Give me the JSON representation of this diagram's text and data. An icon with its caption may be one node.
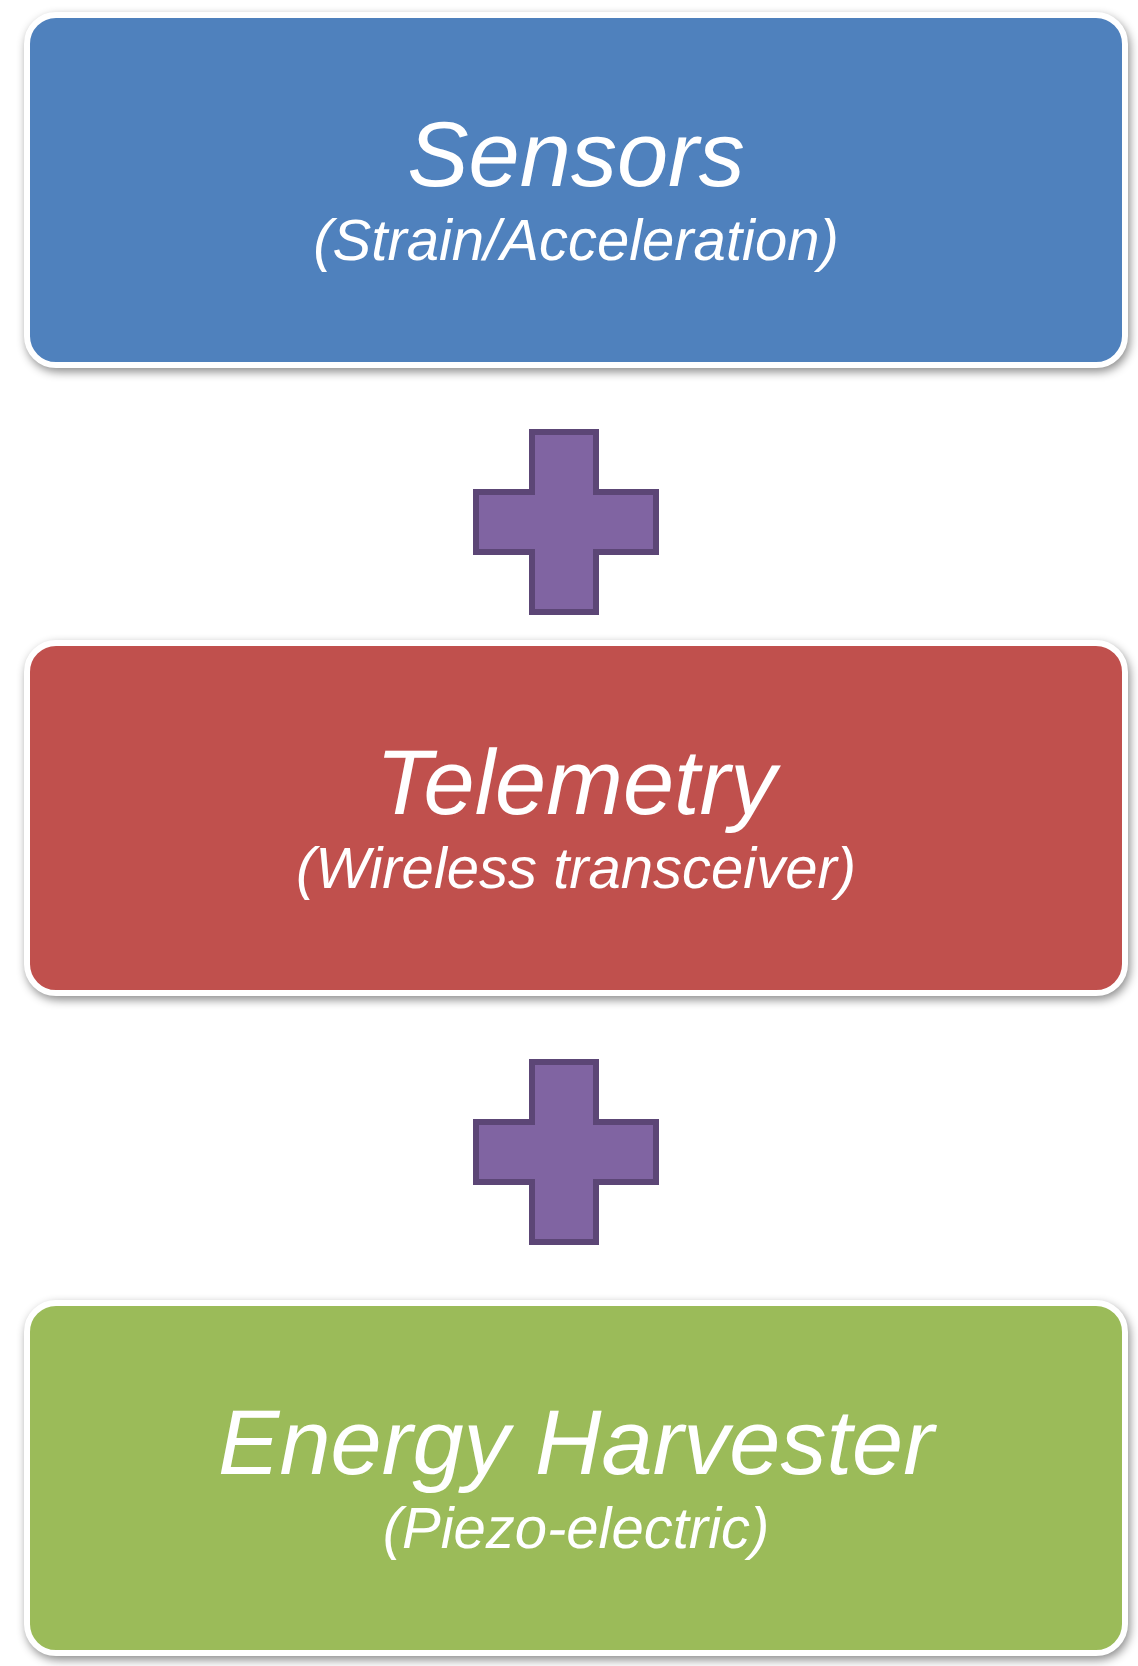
{
  "diagram": {
    "nodes": [
      {
        "text": [
          "Sensors",
          "(Strain/Acceleration)"
        ]
      },
      {
        "text": [
          "Telemetry",
          "(Wireless transceiver)"
        ]
      },
      {
        "text": [
          "Energy Harvester",
          "(Piezo-electric)"
        ]
      }
    ]
  }
}
